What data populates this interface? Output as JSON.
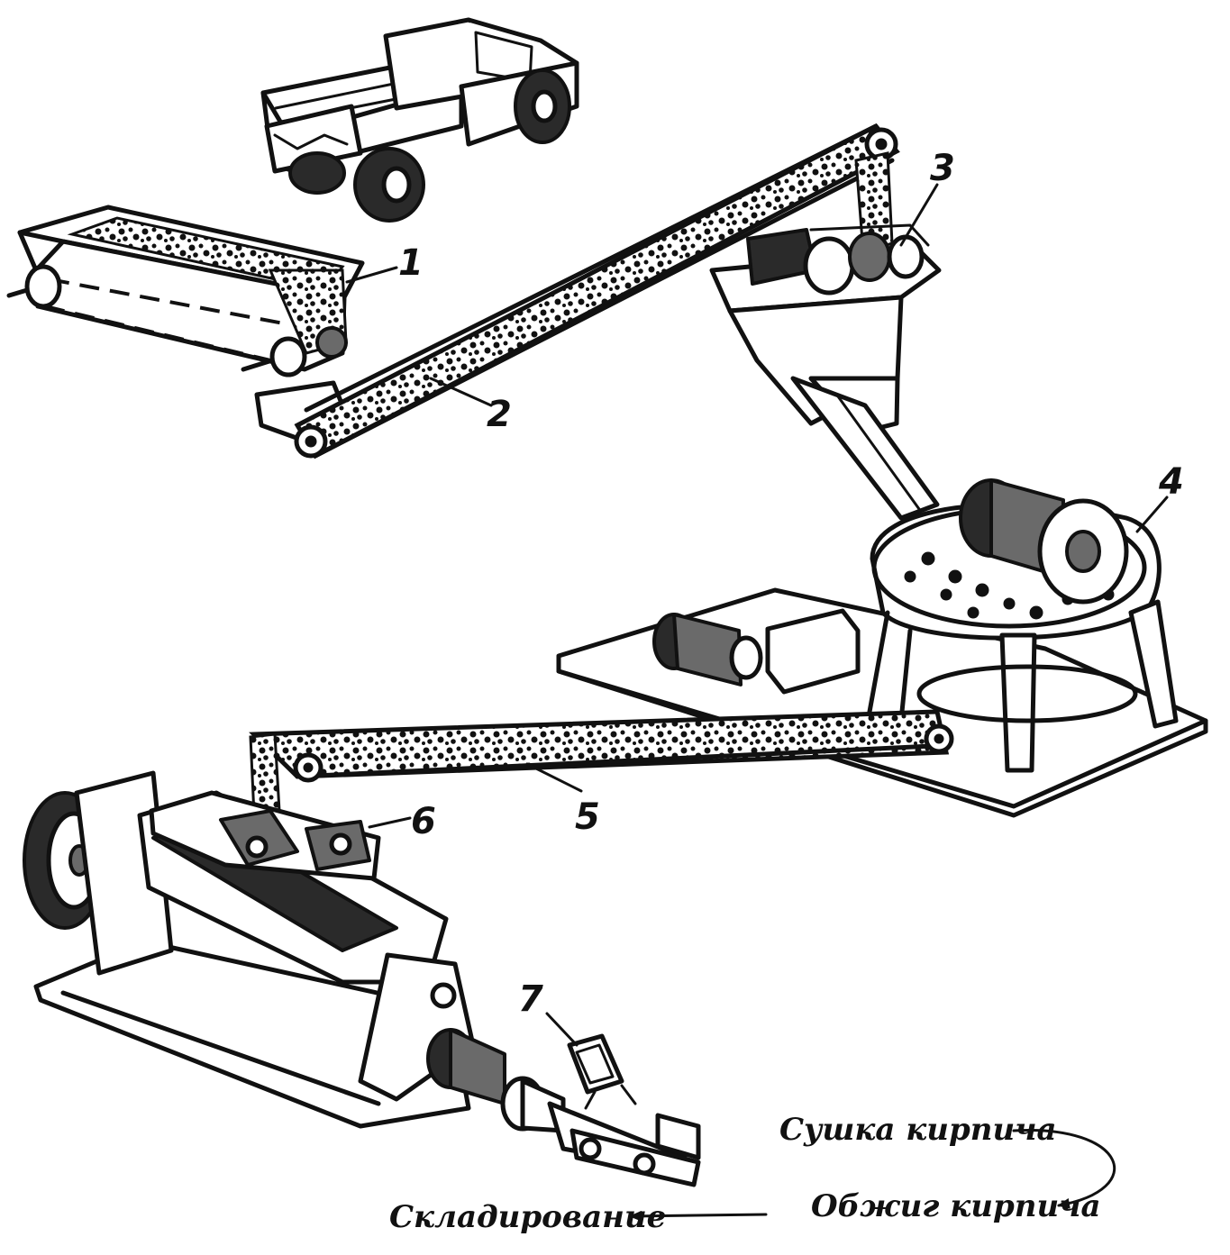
{
  "labels": {
    "l1": "1",
    "l2": "2",
    "l3": "3",
    "l4": "4",
    "l5": "5",
    "l6": "6",
    "l7": "7"
  },
  "captions": {
    "drying": "Сушка кирпича",
    "firing": "Обжиг кирпича",
    "storage": "Складирование"
  }
}
